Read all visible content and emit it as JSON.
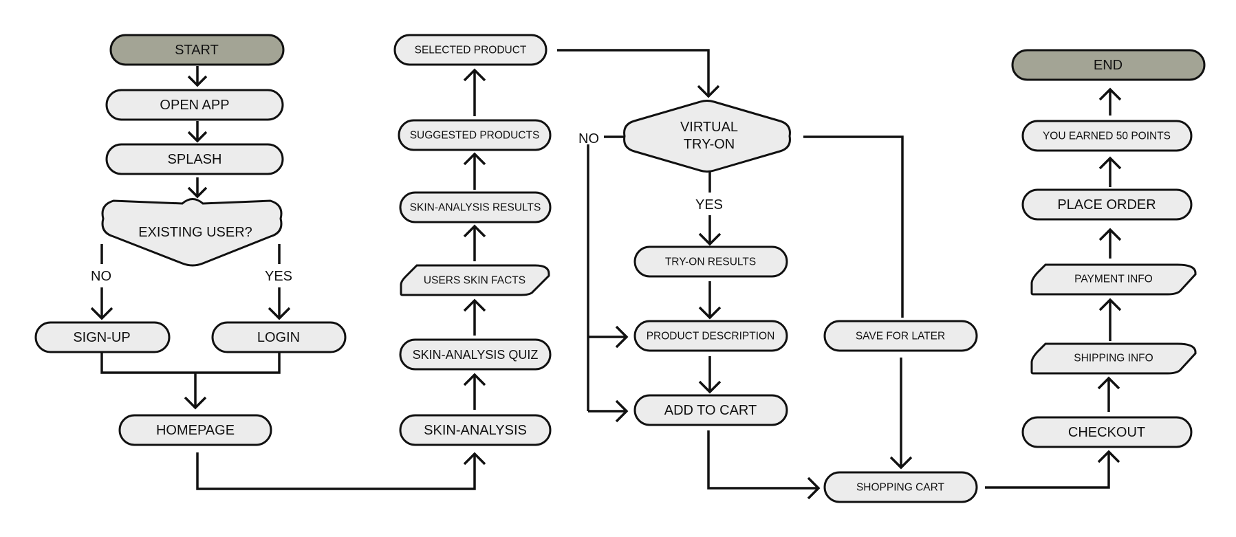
{
  "colors": {
    "node_fill": "#ececec",
    "terminal_fill": "#a3a495",
    "stroke": "#111111",
    "background": "#ffffff"
  },
  "nodes": {
    "start": "START",
    "open_app": "OPEN APP",
    "splash": "SPLASH",
    "existing_user": "EXISTING USER?",
    "sign_up": "SIGN-UP",
    "login": "LOGIN",
    "homepage": "HOMEPAGE",
    "skin_analysis": "SKIN-ANALYSIS",
    "skin_analysis_quiz": "SKIN-ANALYSIS QUIZ",
    "users_skin_facts": "USERS SKIN FACTS",
    "skin_analysis_results": "SKIN-ANALYSIS RESULTS",
    "suggested_products": "SUGGESTED PRODUCTS",
    "selected_product": "SELECTED PRODUCT",
    "virtual_try_on_line1": "VIRTUAL",
    "virtual_try_on_line2": "TRY-ON",
    "try_on_results": "TRY-ON RESULTS",
    "product_description": "PRODUCT DESCRIPTION",
    "add_to_cart": "ADD TO CART",
    "save_for_later": "SAVE FOR LATER",
    "shopping_cart": "SHOPPING CART",
    "checkout": "CHECKOUT",
    "shipping_info": "SHIPPING INFO",
    "payment_info": "PAYMENT INFO",
    "place_order": "PLACE ORDER",
    "you_earned_points": "YOU EARNED 50 POINTS",
    "end": "END"
  },
  "edge_labels": {
    "existing_no": "NO",
    "existing_yes": "YES",
    "tryon_no": "NO",
    "tryon_yes": "YES"
  }
}
